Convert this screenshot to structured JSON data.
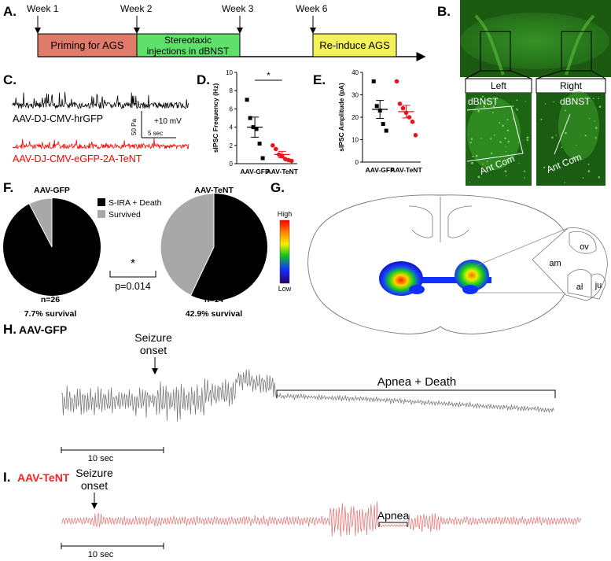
{
  "panels": {
    "A": "A.",
    "B": "B.",
    "C": "C.",
    "D": "D.",
    "E": "E.",
    "F": "F.",
    "G": "G.",
    "H": "H.",
    "I": "I."
  },
  "timeline": {
    "weeks": [
      "Week 1",
      "Week 2",
      "Week 3",
      "Week 6"
    ],
    "phases": [
      {
        "label_lines": [
          "Priming for AGS"
        ],
        "color": "#e07a6a"
      },
      {
        "label_lines": [
          "Stereotaxic",
          "injections in dBNST"
        ],
        "color": "#5ee06a"
      },
      {
        "label_lines": [
          "Re-induce AGS"
        ],
        "color": "#f4f25a"
      }
    ]
  },
  "histology": {
    "left_label": "Left",
    "right_label": "Right",
    "region_label": "dBNST",
    "commissure_label": "Ant Com",
    "stain_color": "#3fbf2a"
  },
  "traces_c": {
    "gfp_label": "AAV-DJ-CMV-hrGFP",
    "tent_label": "AAV-DJ-CMV-eGFP-2A-TeNT",
    "gfp_color": "#000000",
    "tent_color": "#ff0000",
    "scale_y": "50 Pa",
    "scale_x": "5 sec",
    "holding": "+10 mV"
  },
  "chart_data": [
    {
      "type": "scatter",
      "panel": "D",
      "ylabel": "sIPSC Frequency (Hz)",
      "ylim": [
        0,
        10
      ],
      "yticks": [
        0,
        2,
        4,
        6,
        8,
        10
      ],
      "categories": [
        "AAV-GFP",
        "AAV-TeNT"
      ],
      "significance": "*",
      "series": [
        {
          "name": "AAV-GFP",
          "color": "#000000",
          "marker": "square",
          "values": [
            7.0,
            5.0,
            4.0,
            3.8,
            2.2,
            0.6
          ],
          "mean": 4.0,
          "sem": 1.1
        },
        {
          "name": "AAV-TeNT",
          "color": "#e8141c",
          "marker": "circle",
          "values": [
            2.0,
            1.6,
            1.0,
            0.8,
            0.5,
            0.4,
            0.3
          ],
          "mean": 1.0,
          "sem": 0.35
        }
      ]
    },
    {
      "type": "scatter",
      "panel": "E",
      "ylabel": "sIPSC Amplitude (pA)",
      "ylim": [
        0,
        40
      ],
      "yticks": [
        0,
        10,
        20,
        30,
        40
      ],
      "categories": [
        "AAV-GFP",
        "AAV-TeNT"
      ],
      "series": [
        {
          "name": "AAV-GFP",
          "color": "#000000",
          "marker": "square",
          "values": [
            36,
            25,
            23,
            17,
            14
          ],
          "mean": 23.5,
          "sem": 4.0
        },
        {
          "name": "AAV-TeNT",
          "color": "#e8141c",
          "marker": "circle",
          "values": [
            36,
            26,
            24,
            22,
            20,
            18,
            12
          ],
          "mean": 22.5,
          "sem": 2.8
        }
      ]
    },
    {
      "type": "pie",
      "panel": "F",
      "title": "AAV-GFP",
      "categories": [
        "S-IRA + Death",
        "Survived"
      ],
      "values": [
        92.3,
        7.7
      ],
      "colors": [
        "#000000",
        "#a8a8a8"
      ],
      "n_label": "n=26",
      "survival_label": "7.7% survival"
    },
    {
      "type": "pie",
      "panel": "F",
      "title": "AAV-TeNT",
      "categories": [
        "S-IRA + Death",
        "Survived"
      ],
      "values": [
        57.1,
        42.9
      ],
      "colors": [
        "#000000",
        "#a8a8a8"
      ],
      "n_label": "n=14",
      "survival_label": "42.9% survival"
    }
  ],
  "pie_stats": {
    "star": "*",
    "p_value": "p=0.014"
  },
  "legend_f": [
    {
      "label": "S-IRA + Death",
      "color": "#000000"
    },
    {
      "label": "Survived",
      "color": "#a8a8a8"
    }
  ],
  "heatmap_g": {
    "high_label": "High",
    "low_label": "Low",
    "regions": [
      "ov",
      "am",
      "al",
      "ju"
    ]
  },
  "trace_h": {
    "title": "AAV-GFP",
    "seizure_lines": [
      "Seizure",
      "onset"
    ],
    "apnea_label": "Apnea + Death",
    "scale_label": "10 sec",
    "color": "#6e6e6e"
  },
  "trace_i": {
    "title": "AAV-TeNT",
    "seizure_lines": [
      "Seizure",
      "onset"
    ],
    "apnea_label": "Apnea",
    "scale_label": "10 sec",
    "color": "#e07070",
    "title_color": "#ff2020"
  }
}
